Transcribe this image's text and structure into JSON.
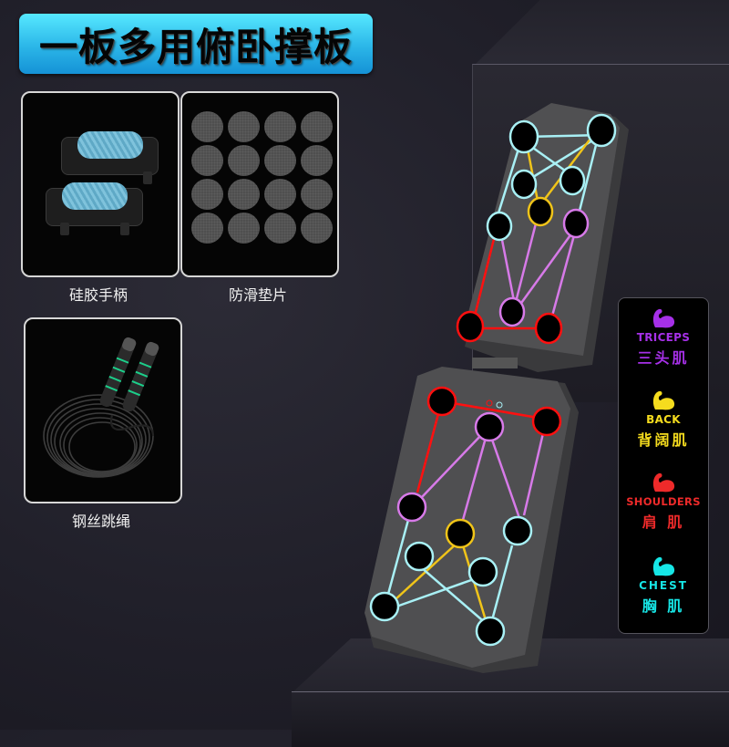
{
  "title": "一板多用俯卧撑板",
  "accessories": [
    {
      "label": "硅胶手柄",
      "icon": "pushup-handles-icon"
    },
    {
      "label": "防滑垫片",
      "icon": "anti-slip-pads-icon"
    },
    {
      "label": "钢丝跳绳",
      "icon": "jump-rope-icon"
    }
  ],
  "legend": {
    "items": [
      {
        "en": "TRICEPS",
        "cn": "三头肌",
        "color": "#a630e8",
        "icon": "flexed-arm-icon"
      },
      {
        "en": "BACK",
        "cn": "背阔肌",
        "color": "#f5dc1e",
        "icon": "flexed-arm-icon"
      },
      {
        "en": "SHOULDERS",
        "cn": "肩 肌",
        "color": "#ee2a2a",
        "icon": "flexed-arm-icon"
      },
      {
        "en": "CHEST",
        "cn": "胸 肌",
        "color": "#16e6e6",
        "icon": "flexed-arm-icon"
      }
    ]
  },
  "colors": {
    "title_bg_top": "#56e8ff",
    "title_bg_bottom": "#1592d6",
    "board": "#4a4a4c",
    "line_chest": "#a8f0f5",
    "line_back": "#f0c419",
    "line_triceps": "#d77ae8",
    "line_shoulders": "#ff1010"
  }
}
